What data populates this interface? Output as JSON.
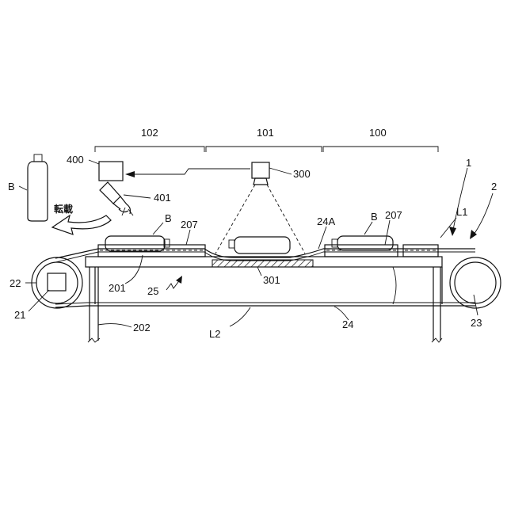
{
  "labels": {
    "zone_102": "102",
    "zone_101": "101",
    "zone_100": "100",
    "ref_400": "400",
    "ref_300": "300",
    "ref_401": "401",
    "ref_1": "1",
    "ref_2": "2",
    "ref_L1": "L1",
    "bottle_left": "B",
    "bottle_mid": "B",
    "bottle_right": "B",
    "transfer": "転載",
    "ref_207_left": "207",
    "ref_207_right": "207",
    "ref_24A": "24A",
    "ref_22": "22",
    "ref_201": "201",
    "ref_301": "301",
    "ref_25": "25",
    "ref_21": "21",
    "ref_23": "23",
    "ref_202": "202",
    "ref_L2": "L2",
    "ref_24": "24"
  }
}
